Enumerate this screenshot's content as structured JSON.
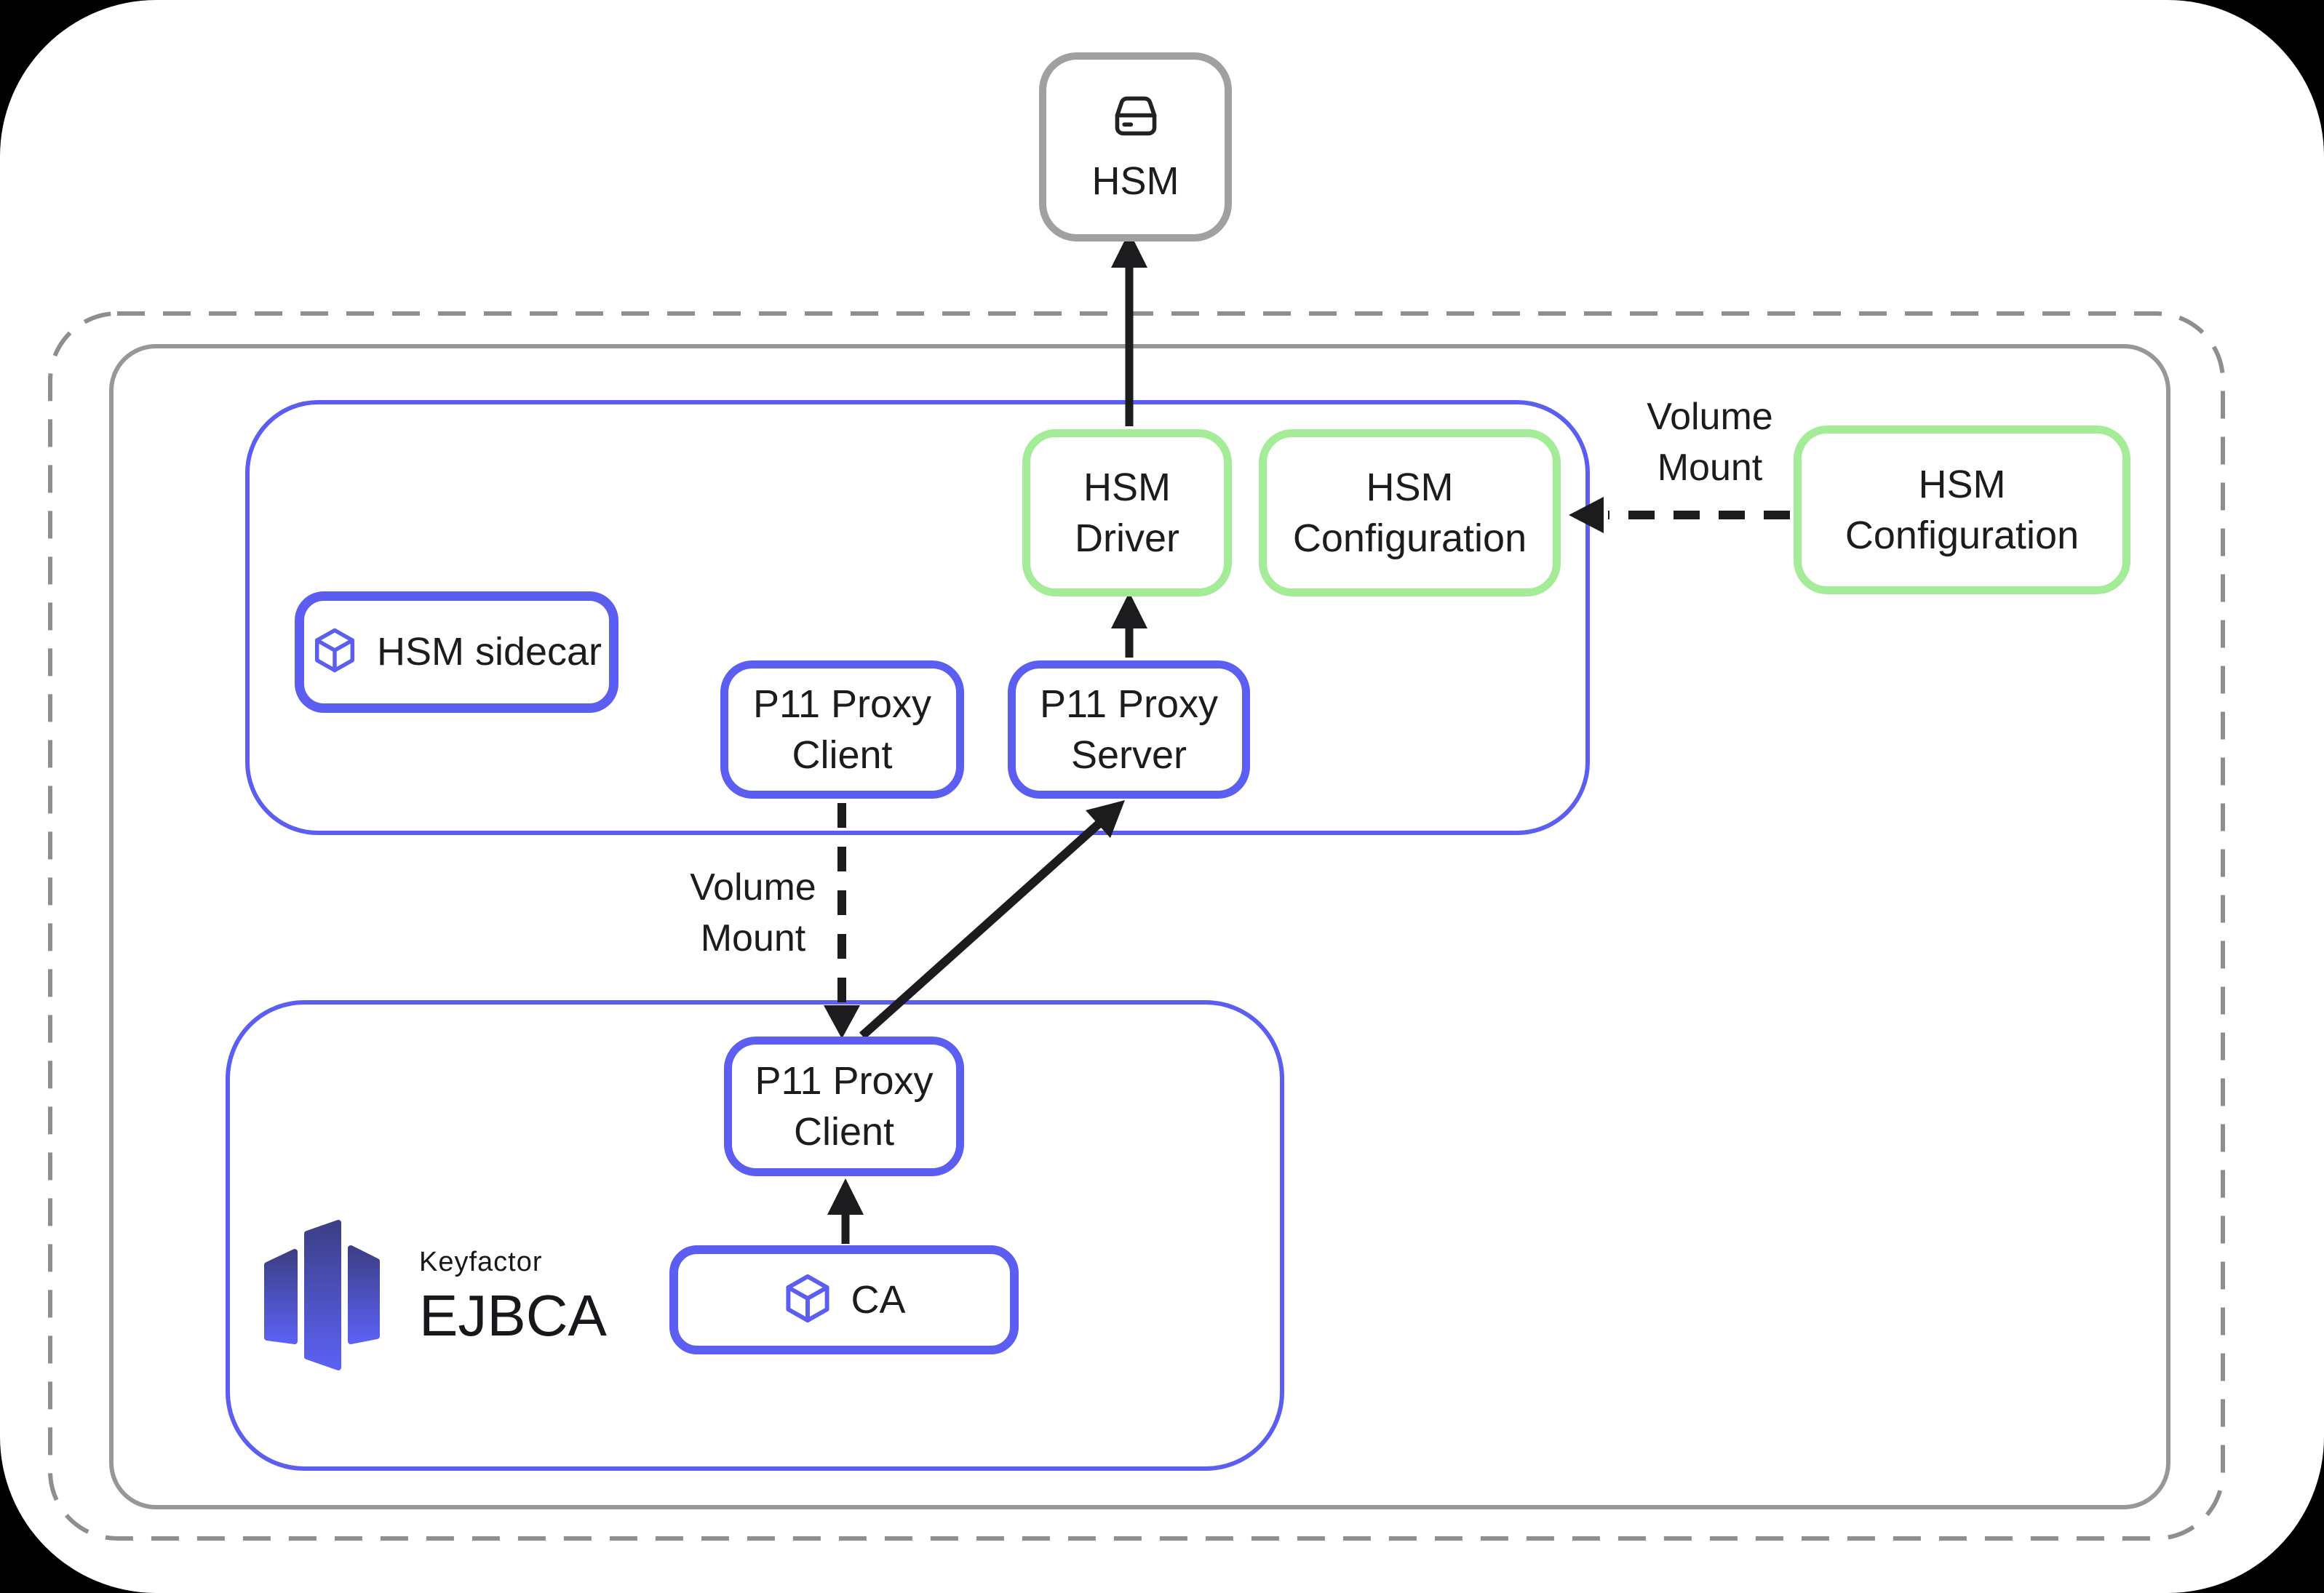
{
  "colors": {
    "accent_blue": "#5b5ef0",
    "accent_green": "#a5ec98",
    "gray_border": "#979797",
    "arrow_black": "#1c1c1e",
    "logo_gradient_top": "#3c3f85",
    "logo_gradient_bottom": "#5c61f4"
  },
  "nodes": {
    "hsm": {
      "label": "HSM"
    },
    "hsm_driver": {
      "label": "HSM\nDriver"
    },
    "hsm_configuration_sidecar": {
      "label": "HSM\nConfiguration"
    },
    "hsm_configuration_external": {
      "label": "HSM\nConfiguration"
    },
    "hsm_sidecar": {
      "label": "HSM sidecar"
    },
    "p11_proxy_client_sidecar": {
      "label": "P11 Proxy\nClient"
    },
    "p11_proxy_server": {
      "label": "P11 Proxy\nServer"
    },
    "p11_proxy_client_ejbca": {
      "label": "P11 Proxy\nClient"
    },
    "ca": {
      "label": "CA"
    }
  },
  "edge_labels": {
    "volume_mount_center": "Volume\nMount",
    "volume_mount_right": "Volume\nMount"
  },
  "logo": {
    "brand": "Keyfactor",
    "product": "EJBCA"
  }
}
